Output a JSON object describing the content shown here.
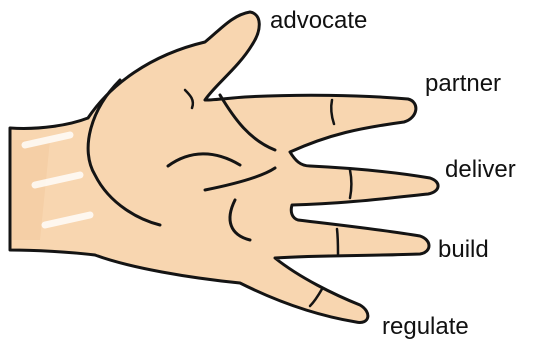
{
  "diagram": {
    "fingers": [
      {
        "id": "thumb",
        "label": "advocate"
      },
      {
        "id": "index",
        "label": "partner"
      },
      {
        "id": "middle",
        "label": "deliver"
      },
      {
        "id": "ring",
        "label": "build"
      },
      {
        "id": "pinky",
        "label": "regulate"
      }
    ]
  },
  "colors": {
    "skin": "#f8d6b0",
    "skin_shadow": "#f1c79c",
    "outline": "#141414",
    "label_text": "#111111",
    "background": "#ffffff"
  }
}
